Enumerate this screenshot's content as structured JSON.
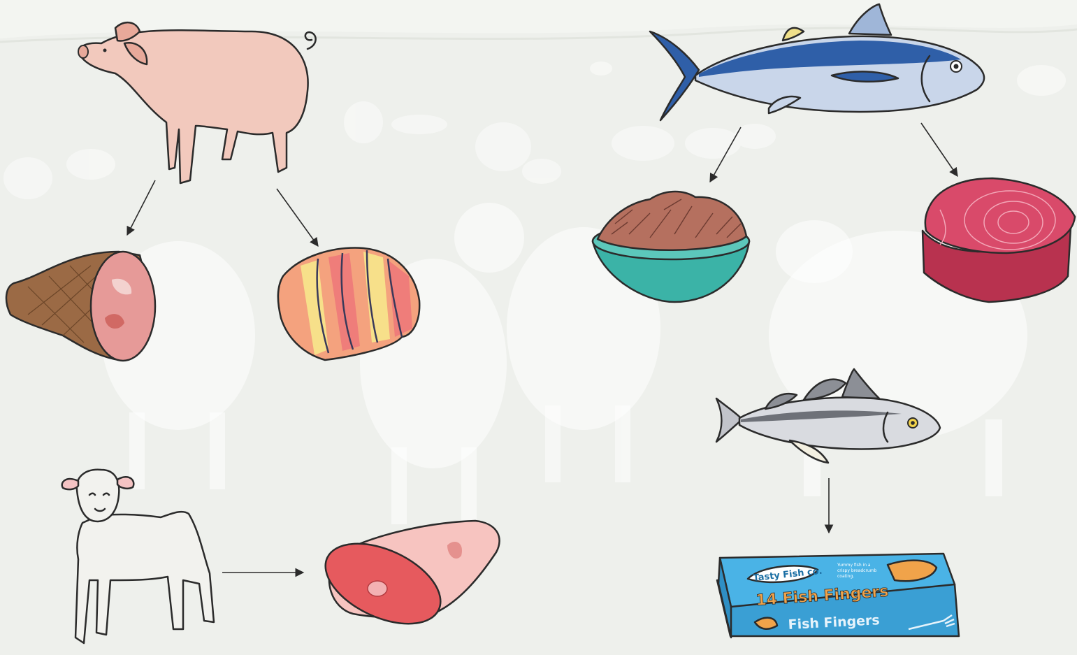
{
  "diagram": {
    "nodes": {
      "pig": {
        "icon": "pig-icon"
      },
      "ham": {
        "icon": "ham-joint-icon"
      },
      "pork_roast": {
        "icon": "pork-roast-icon"
      },
      "tuna": {
        "icon": "tuna-fish-icon"
      },
      "tinned_tuna": {
        "icon": "tuna-bowl-icon"
      },
      "tuna_steak": {
        "icon": "tuna-steak-icon"
      },
      "haddock": {
        "icon": "white-fish-icon"
      },
      "fish_fingers_box": {
        "icon": "fish-fingers-box-icon",
        "brand": "Tasty Fish co.",
        "blurb_line1": "Yummy fish in a",
        "blurb_line2": "crispy breadcrumb",
        "blurb_line3": "coating.",
        "count_label": "14 Fish Fingers",
        "product_label": "Fish Fingers"
      },
      "lamb": {
        "icon": "lamb-icon"
      },
      "lamb_joint": {
        "icon": "lamb-leg-icon"
      }
    },
    "edges": [
      [
        "pig",
        "ham"
      ],
      [
        "pig",
        "pork_roast"
      ],
      [
        "tuna",
        "tinned_tuna"
      ],
      [
        "tuna",
        "tuna_steak"
      ],
      [
        "haddock",
        "fish_fingers_box"
      ],
      [
        "lamb",
        "lamb_joint"
      ]
    ]
  },
  "colors": {
    "background": "#eef0ec",
    "pig_pink": "#f2c9bd",
    "tuna_blue": "#2f5fa8",
    "box_blue": "#4ab3e6",
    "box_orange": "#f0a34a",
    "tuna_red": "#d94a6a",
    "bowl_teal": "#3bb3a7"
  }
}
